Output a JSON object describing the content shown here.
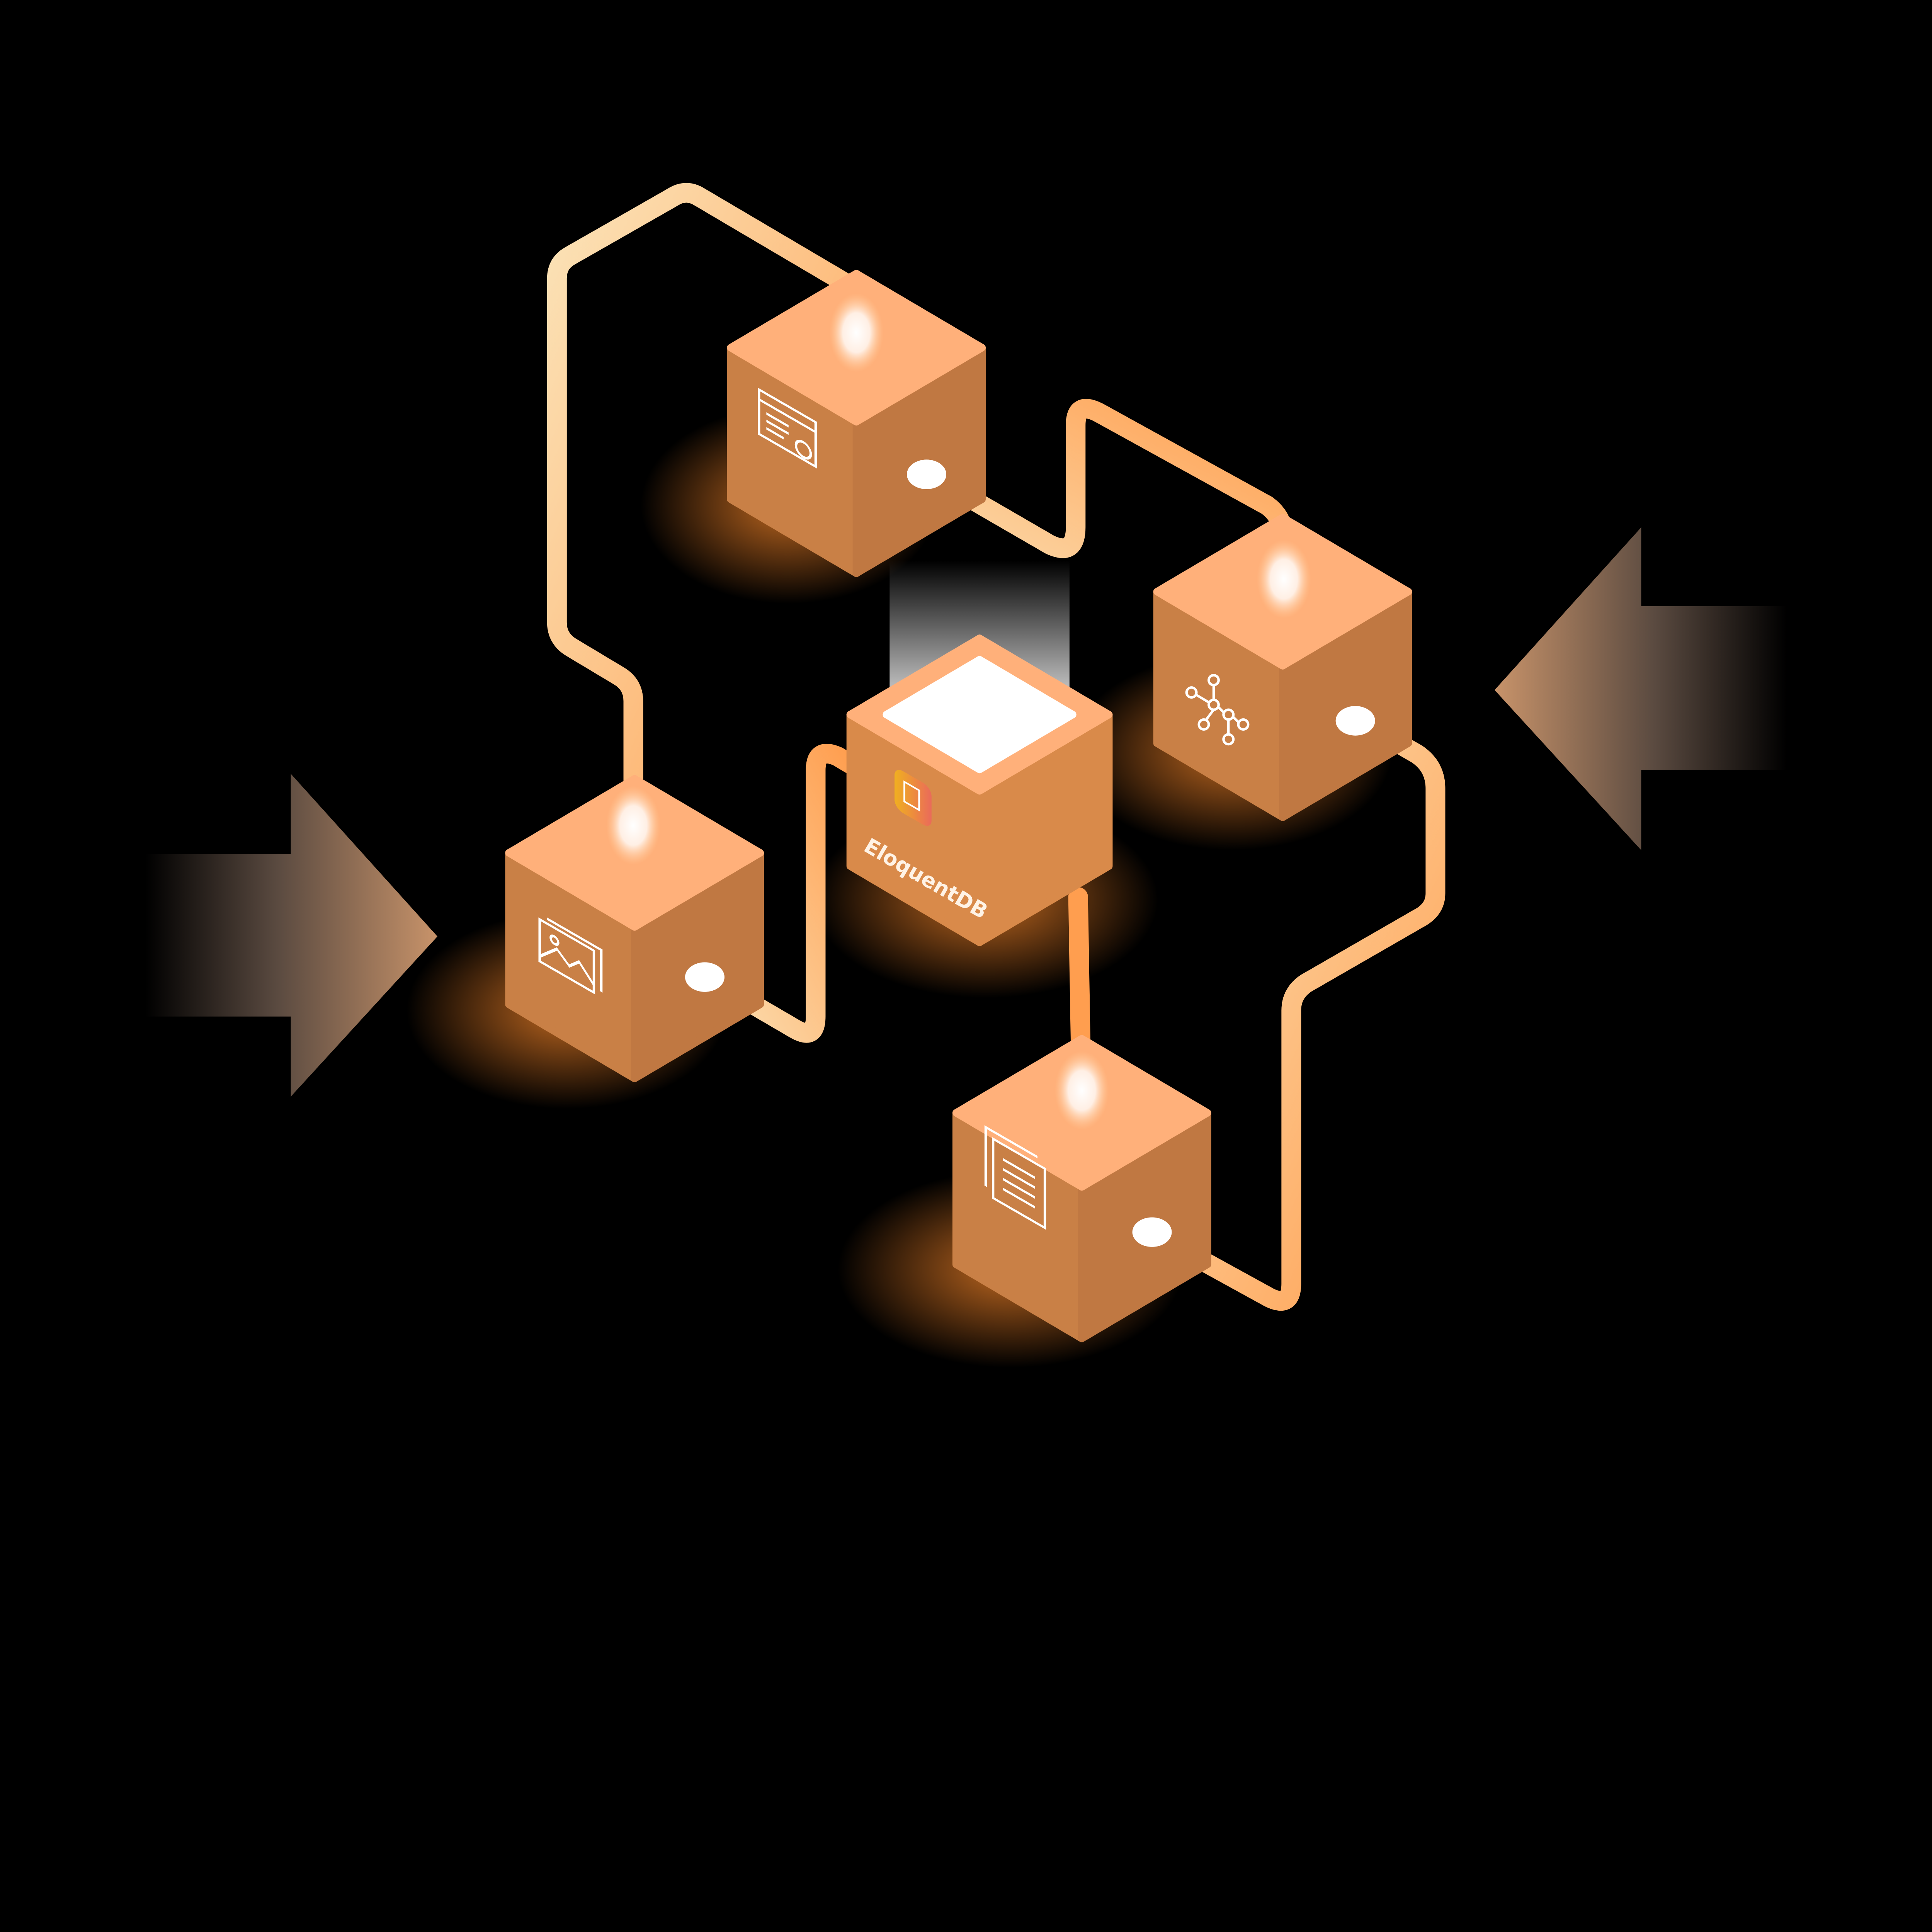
{
  "logo": {
    "text": "EloquentDB"
  },
  "colors": {
    "background": "#000000",
    "cube_top": "#ffb07a",
    "cube_left": "#c98046",
    "cube_right": "#c07842",
    "center_cube_left": "#d98a4a",
    "pipe_light": "#fbe3b8",
    "pipe_dark": "#ff9e4f",
    "glow": "#ff8a2a",
    "arrow": "#c8936a"
  },
  "cubes": [
    {
      "id": "top",
      "icon": "web-settings-icon"
    },
    {
      "id": "right",
      "icon": "hierarchy-tree-icon"
    },
    {
      "id": "center",
      "icon": "eloquentdb-logo"
    },
    {
      "id": "left",
      "icon": "images-icon"
    },
    {
      "id": "bottom",
      "icon": "documents-icon"
    }
  ],
  "arrows": [
    {
      "id": "left",
      "direction": "right"
    },
    {
      "id": "right",
      "direction": "left"
    }
  ]
}
